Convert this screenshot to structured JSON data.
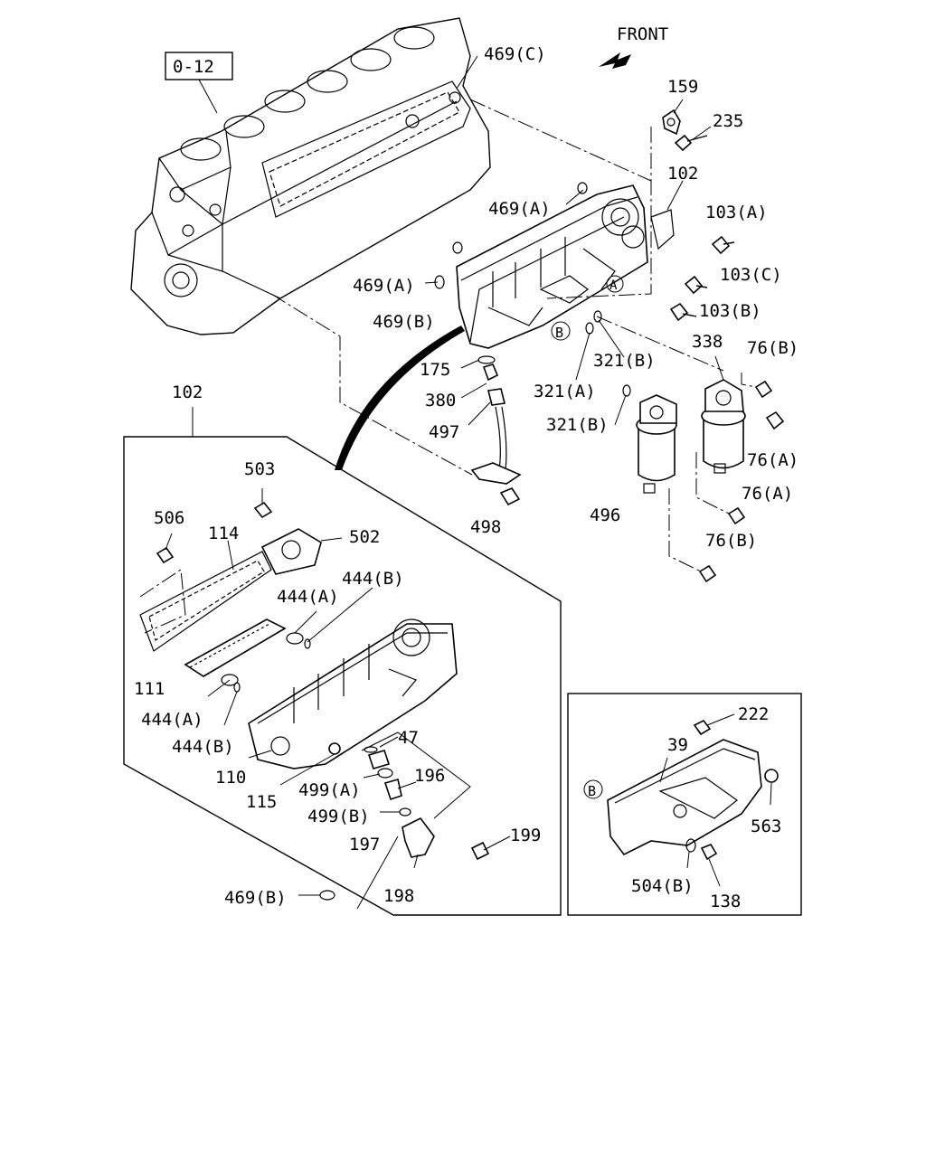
{
  "diagram": {
    "front_label": "FRONT",
    "ref_box": "0-12",
    "callouts": {
      "c469C_top": "469(C)",
      "c159": "159",
      "c235": "235",
      "c102_top": "102",
      "c469A_1": "469(A)",
      "c103A": "103(A)",
      "c469A_2": "469(A)",
      "c103C": "103(C)",
      "c469B_1": "469(B)",
      "c103B": "103(B)",
      "c338": "338",
      "c76B_1": "76(B)",
      "c321B_1": "321(B)",
      "c175": "175",
      "c321A": "321(A)",
      "c380": "380",
      "c321B_2": "321(B)",
      "c497": "497",
      "c76A_1": "76(A)",
      "c102_box": "102",
      "c76A_2": "76(A)",
      "c503": "503",
      "c498": "498",
      "c496": "496",
      "c506": "506",
      "c114": "114",
      "c502": "502",
      "c76B_2": "76(B)",
      "c444B_1": "444(B)",
      "c444A_1": "444(A)",
      "c111": "111",
      "c444A_2": "444(A)",
      "c444B_2": "444(B)",
      "c47": "47",
      "c110": "110",
      "c196": "196",
      "c499A": "499(A)",
      "c115": "115",
      "c499B": "499(B)",
      "c199": "199",
      "c197": "197",
      "c198": "198",
      "c469B_2": "469(B)",
      "c222": "222",
      "c39": "39",
      "c563": "563",
      "c504B": "504(B)",
      "c138": "138"
    },
    "circle_marks": {
      "mark_main": "B",
      "mark_detail": "B",
      "mark_a1": "A"
    }
  }
}
